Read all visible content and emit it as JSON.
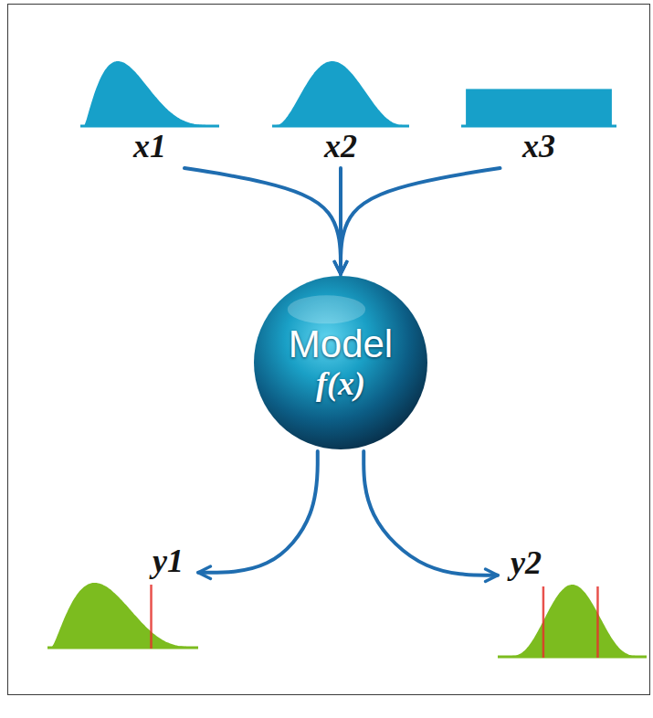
{
  "diagram": {
    "nodes": [
      {
        "text": [
          "x1"
        ]
      },
      {
        "text": [
          "x2"
        ]
      },
      {
        "text": [
          "x3"
        ]
      },
      {
        "text": [
          "Model",
          "f(x)"
        ]
      },
      {
        "text": [
          "y1"
        ]
      },
      {
        "text": [
          "y2"
        ]
      }
    ],
    "edges": [
      {
        "from": 0,
        "to": 3,
        "arrow": "to"
      },
      {
        "from": 1,
        "to": 3,
        "arrow": "to"
      },
      {
        "from": 2,
        "to": 3,
        "arrow": "to"
      },
      {
        "from": 3,
        "to": 4,
        "arrow": "to"
      },
      {
        "from": 3,
        "to": 5,
        "arrow": "to"
      }
    ]
  }
}
